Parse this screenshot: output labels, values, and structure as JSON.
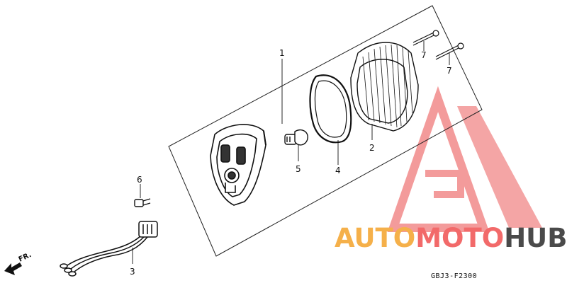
{
  "diagram": {
    "part_labels": {
      "p1": "1",
      "p2": "2",
      "p3": "3",
      "p4": "4",
      "p5": "5",
      "p6": "6",
      "p7a": "7",
      "p7b": "7"
    },
    "front_marker": "FR.",
    "drawing_code": "GBJ3-F2300"
  },
  "watermark": {
    "part1": "AUTO",
    "part2": "MOTO",
    "part3": "HUB",
    "colors": {
      "auto": "#f5b04a",
      "moto": "#f26a6a",
      "hub": "#4a4a4a",
      "triangle": "#f07a7a"
    }
  }
}
